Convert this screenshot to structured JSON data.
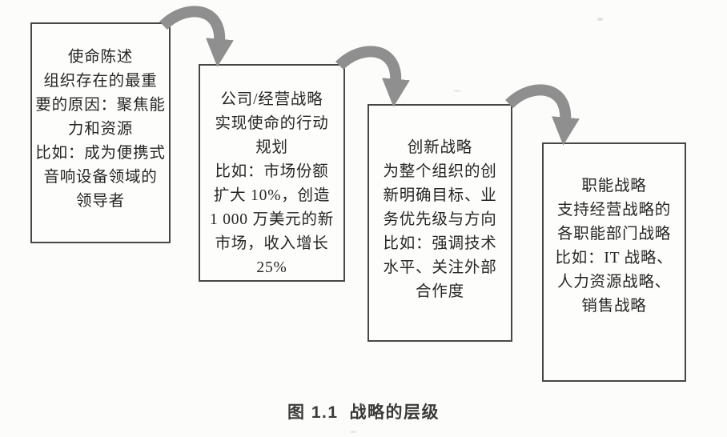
{
  "figure": {
    "caption": {
      "label": "图 1.1",
      "title": "战略的层级"
    },
    "arrow_color": "#8f8f8f",
    "boxes": [
      {
        "name": "mission-statement",
        "lines": [
          "使命陈述",
          "组织存在的最重",
          "要的原因：聚焦能",
          "力和资源",
          "比如：成为便携式",
          "音响设备领域的",
          "领导者"
        ]
      },
      {
        "name": "corporate-business-strategy",
        "lines": [
          "公司/经营战略",
          "实现使命的行动",
          "规划",
          "比如：市场份额",
          "扩大 10%，创造",
          "1 000 万美元的新",
          "市场，收入增长",
          "25%"
        ]
      },
      {
        "name": "innovation-strategy",
        "lines": [
          "创新战略",
          "为整个组织的创",
          "新明确目标、业",
          "务优先级与方向",
          "比如：强调技术",
          "水平、关注外部",
          "合作度"
        ]
      },
      {
        "name": "functional-strategy",
        "lines": [
          "职能战略",
          "支持经营战略的",
          "各职能部门战略",
          "比如：IT 战略、",
          "人力资源战略、",
          "销售战略"
        ]
      }
    ]
  }
}
